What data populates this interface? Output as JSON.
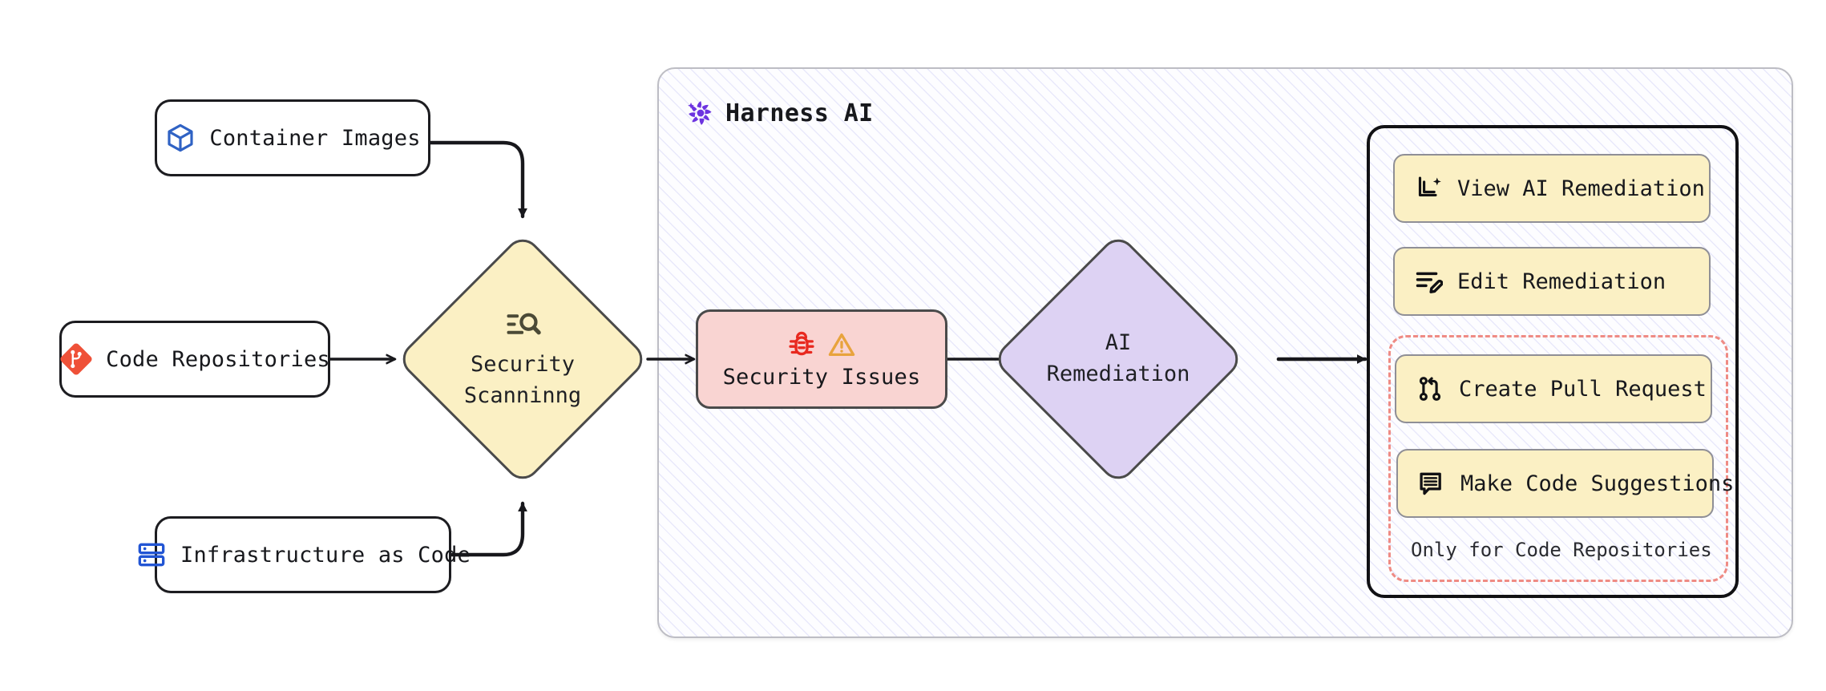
{
  "diagram": {
    "title": "Harness AI security scanning and remediation flow",
    "sources": [
      {
        "id": "container-images",
        "label": "Container Images",
        "icon": "cube-icon",
        "icon_color": "#2f62c4"
      },
      {
        "id": "code-repositories",
        "label": "Code Repositories",
        "icon": "git-fork-diamond-icon",
        "icon_color": "#ef5138"
      },
      {
        "id": "infrastructure-as-code",
        "label": "Infrastructure as Code",
        "icon": "server-rack-icon",
        "icon_color": "#2255d4"
      }
    ],
    "scan": {
      "line1": "Security",
      "line2": "Scanninng",
      "icon": "scan-search-icon",
      "fill": "#fbf0c4",
      "stroke": "#4a4a4a"
    },
    "harness": {
      "title": "Harness AI",
      "logo": "harness-ai-pinwheel-icon",
      "logo_color": "#6d34e0"
    },
    "issues": {
      "label": "Security Issues",
      "icons": [
        "bug-icon",
        "warning-triangle-icon"
      ],
      "bug_color": "#e8291f",
      "warning_color": "#e8a33d",
      "fill": "#f9d4d2",
      "stroke": "#4a4a4a"
    },
    "remediation": {
      "line1": "AI",
      "line2": "Remediation",
      "fill": "#ddd2f3",
      "stroke": "#4a4a4a"
    },
    "actions": [
      {
        "id": "view-ai-remediation",
        "label": "View AI Remediation",
        "icon": "ai-document-sparkle-icon"
      },
      {
        "id": "edit-remediation",
        "label": "Edit Remediation",
        "icon": "edit-lines-pencil-icon"
      },
      {
        "id": "create-pull-request",
        "label": "Create Pull Request",
        "icon": "pull-request-icon"
      },
      {
        "id": "make-code-suggestions",
        "label": "Make Code Suggestions",
        "icon": "comment-lines-icon"
      }
    ],
    "dashed_group": {
      "note": "Only for Code Repositories",
      "border_color": "#ef8b84"
    },
    "colors": {
      "yellow_fill": "#fbf0c4",
      "pink_fill": "#f9d4d2",
      "purple_fill": "#ddd2f3",
      "node_stroke": "#1c1c20",
      "shape_stroke": "#4a4a4a",
      "panel_stroke": "#111114",
      "hatch": "#9696eb"
    }
  }
}
